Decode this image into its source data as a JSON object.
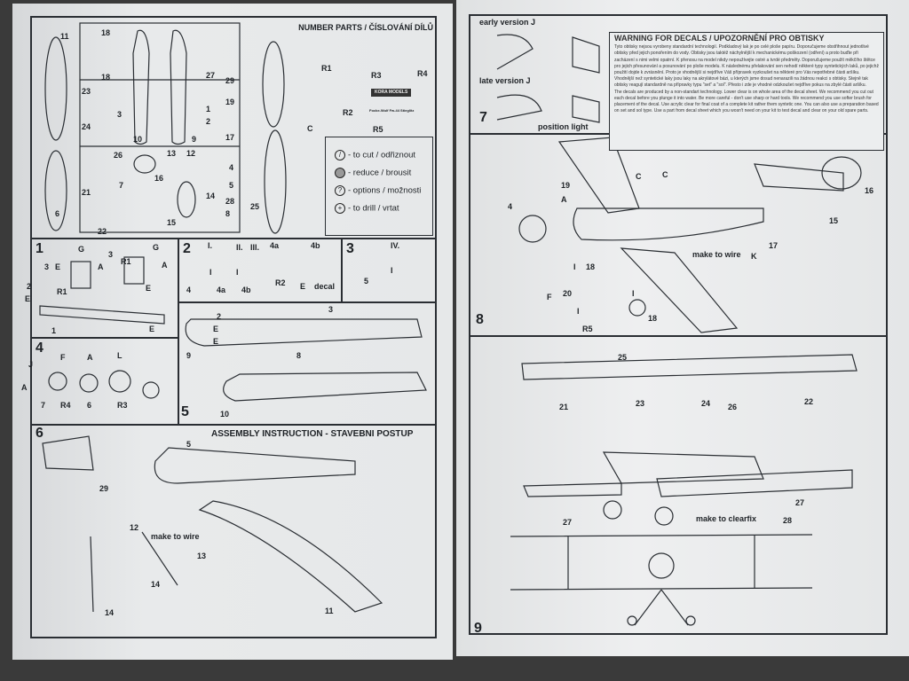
{
  "left_page": {
    "number_parts_title": "NUMBER PARTS / ČÍSLOVÁNÍ DÍLŮ",
    "assembly_title": "ASSEMBLY INSTRUCTION - STAVEBNI POSTUP",
    "legend": [
      {
        "icon": "cut-icon",
        "label": "- to cut / odřiznout"
      },
      {
        "icon": "reduce-icon",
        "label": "- reduce / brousit"
      },
      {
        "icon": "options-icon",
        "label": "- options / možnosti"
      },
      {
        "icon": "drill-icon",
        "label": "- to drill / vrtat"
      }
    ],
    "resin_parts": [
      "R1",
      "R3",
      "R4",
      "C",
      "R2",
      "R5"
    ],
    "kora_label": "KORA MODELS",
    "kora_sub": "Focke-Wulf Fw-44 Stieglitz",
    "sprue_numbers": [
      "11",
      "18",
      "18",
      "23",
      "3",
      "24",
      "21",
      "6",
      "22",
      "10",
      "9",
      "27",
      "29",
      "19",
      "1",
      "2",
      "17",
      "26",
      "7",
      "16",
      "13",
      "12",
      "15",
      "4",
      "5",
      "14",
      "28",
      "8",
      "25"
    ],
    "steps": [
      "1",
      "2",
      "3",
      "4",
      "5",
      "6"
    ],
    "step_labels": {
      "s1": [
        "G",
        "G",
        "A",
        "A",
        "E",
        "E",
        "3",
        "3",
        "R1",
        "R1",
        "E",
        "2",
        "1",
        "E"
      ],
      "s2": [
        "I.",
        "II.",
        "III.",
        "4a",
        "4b",
        "4",
        "4a",
        "4b",
        "R2",
        "E",
        "decal",
        "I",
        "I"
      ],
      "s3": [
        "IV.",
        "5",
        "I"
      ],
      "s4": [
        "J",
        "F",
        "A",
        "L",
        "A",
        "7",
        "R4",
        "6",
        "R3"
      ],
      "s5": [
        "2",
        "E",
        "E",
        "9",
        "8",
        "10",
        "3"
      ],
      "s6": [
        "5",
        "29",
        "12",
        "make to wire",
        "13",
        "14",
        "14",
        "11"
      ]
    }
  },
  "right_page": {
    "early_version": "early version J",
    "late_version": "late version J",
    "position_light": "position light",
    "warning_title": "WARNING FOR DECALS / UPOZORNĚNÍ PRO OBTISKY",
    "warning_cz": "Tyto obtisky nejsou vyrobeny standardní technologií. Podkladový lak je po celé ploše papíru. Doporučujeme obstřihnout jednotlivé obtisky před jejich ponořením do vody. Obtisky jsou taktéž náchylnější k mechanickému poškození (odření) a proto buďte při zacházení s nimi velmi opatrní. K přenosu na model nikdy nepoužívejte ostré a tvrdé předměty. Doporučujeme použít měkčího štětce pro jejich přesunování a posunování po ploše modelu. K následnému přelakování sen nehodí některé typy syntetických laků, po jejichž použití dojde k zvrásnění. Proto je vhodnější si nejdříve Váš přípravek vyzkoušet na některé pro Vás nepotřebné části aršíku. Vhodnější než syntetické laky jsou laky na akrylátové bázi, u kterých jsme dosud nenarazili na žádnou reakci s obtisky. Stejně tak obtisky reagují standardně na přípravky typu \"set\" a \"sol\". Přesto i zde je vhodné odzkoušet nejdříve pokus na zbylé části aršíku.",
    "warning_en": "The decals are produced by a non-standart technology. Lower clear is on whole area of the decal sheet. We recommend you cut out each decal before you plunge it into water. Be more careful - don't use sharp or hard tools. We recommend you use softer brush for placement of the decal. Use acrylic clear for final coat of a complete kit rather them syntetic one. You can also use a preparation based on set and sol type. Use a part from decal sheet which you wosn't need on your kit to test decal and clear on your old spare parts.",
    "steps": [
      "7",
      "8",
      "9"
    ],
    "s8_labels": [
      "19",
      "A",
      "C",
      "C",
      "4",
      "I",
      "18",
      "F",
      "20",
      "I",
      "I",
      "R5",
      "18",
      "make to wire",
      "K",
      "17",
      "16",
      "15"
    ],
    "s9_labels": [
      "25",
      "21",
      "23",
      "24",
      "26",
      "22",
      "27",
      "27",
      "make to clearfix",
      "28"
    ]
  }
}
